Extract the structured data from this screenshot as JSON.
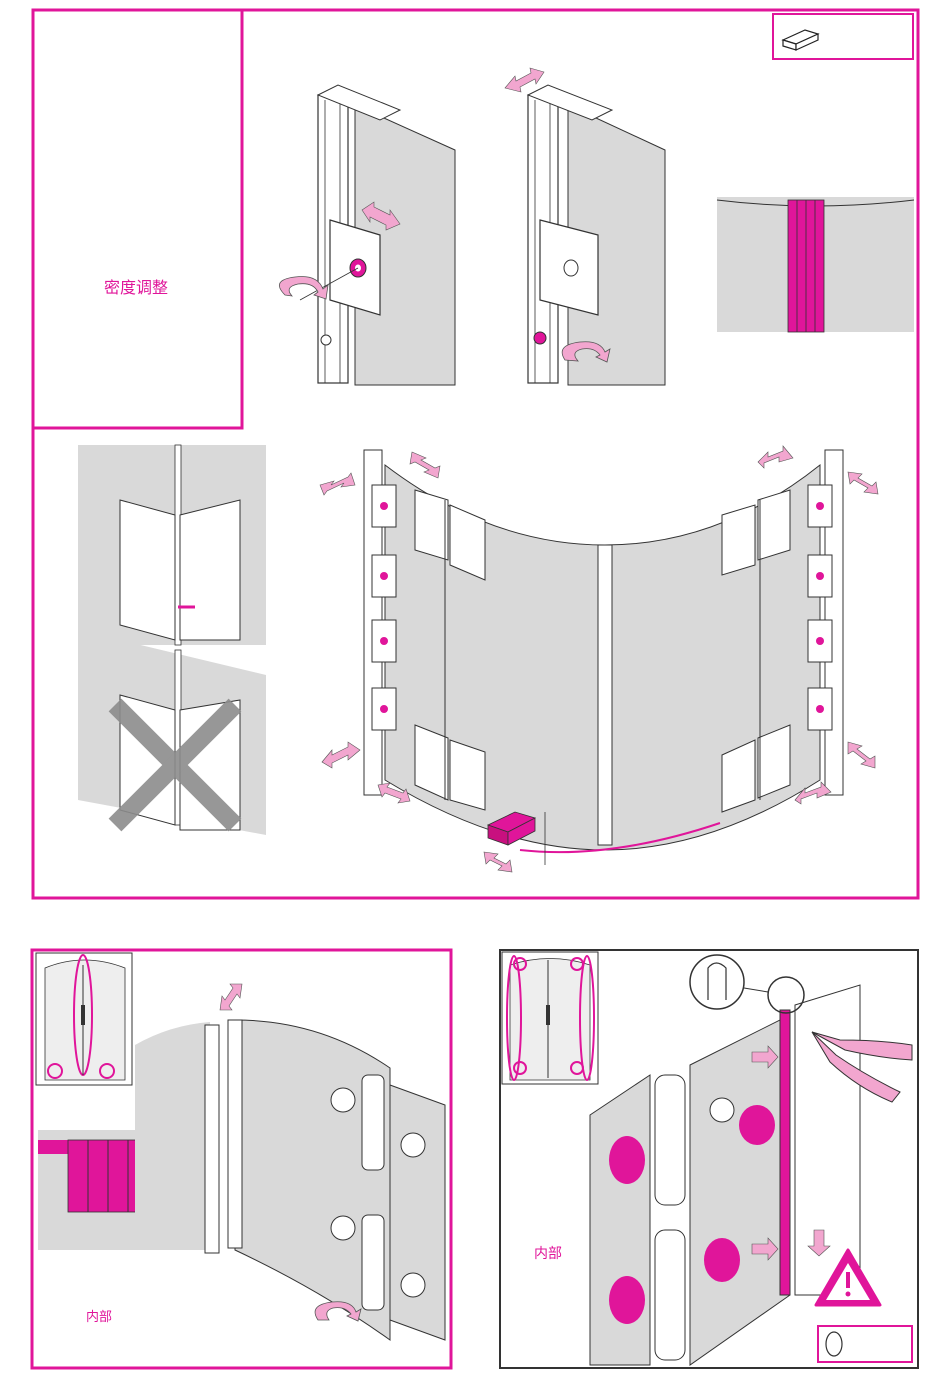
{
  "colors": {
    "accent": "#e0159a",
    "accent_light": "#f2a6cf",
    "panel_gray": "#d9d9d9",
    "line": "#333333",
    "warn_x": "#8c8c8c"
  },
  "top_panel": {
    "side_box_label": "密度调整"
  },
  "bottom_left_panel": {
    "inside_label": "内部"
  },
  "bottom_right_panel": {
    "inside_label": "内部"
  },
  "icons": [
    "spacer-block-icon",
    "rotate-arrow-icon",
    "double-arrow-icon",
    "cross-out-icon",
    "pliers-icon",
    "warning-triangle-icon",
    "oval-icon"
  ]
}
